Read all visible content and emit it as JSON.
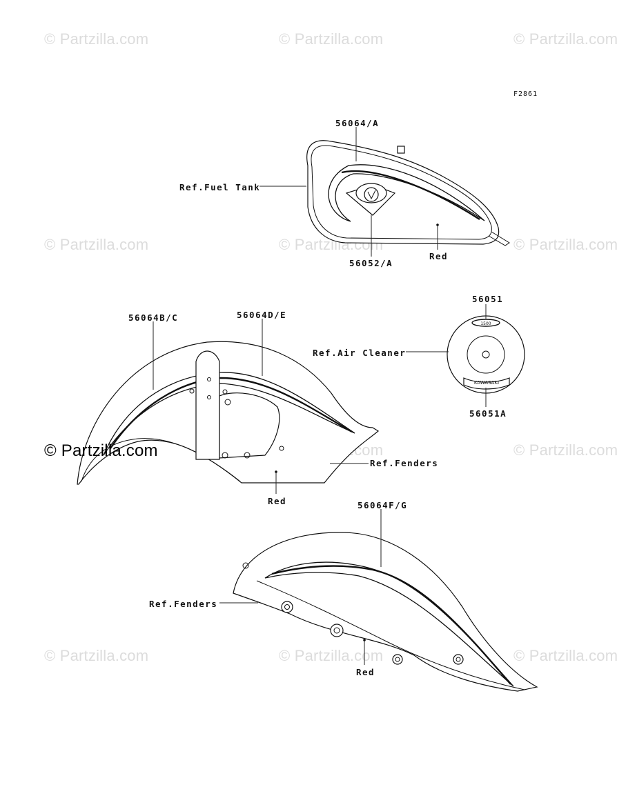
{
  "figure_code": "F2861",
  "watermark": "© Partzilla.com",
  "watermark_dark": "© Partzilla.com",
  "callouts": {
    "tank_stripe": "56064/A",
    "tank_emblem": "56052/A",
    "fuel_tank": "Ref.Fuel Tank",
    "tank_color": "Red",
    "air_top": "56051",
    "air_bottom": "56051A",
    "air_cleaner": "Ref.Air Cleaner",
    "front_fender_left": "56064B/C",
    "front_fender_right": "56064D/E",
    "front_fenders": "Ref.Fenders",
    "front_color": "Red",
    "rear_fender_stripe": "56064F/G",
    "rear_fenders": "Ref.Fenders",
    "rear_color": "Red"
  }
}
